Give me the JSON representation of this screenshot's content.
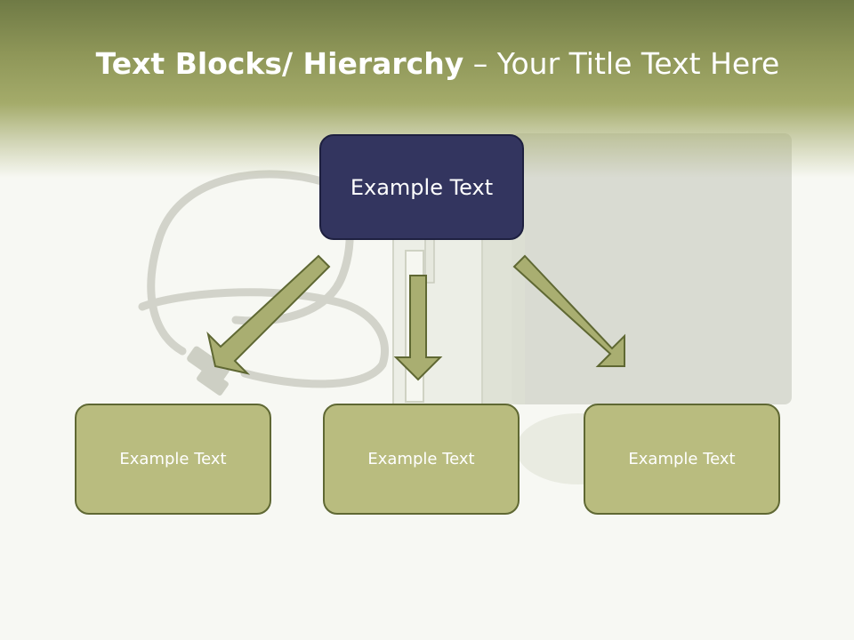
{
  "slide": {
    "title_bold": "Text Blocks/ Hierarchy",
    "title_rest": " – Your Title Text Here"
  },
  "hierarchy": {
    "top": {
      "label": "Example Text"
    },
    "children": [
      {
        "label": "Example Text"
      },
      {
        "label": "Example Text"
      },
      {
        "label": "Example Text"
      }
    ]
  },
  "colors": {
    "header_band": "#8e9658",
    "top_box_fill": "#33355f",
    "child_box_fill": "#b9bc7f",
    "arrow_fill": "#a9ae71",
    "arrow_stroke": "#5f6833"
  }
}
